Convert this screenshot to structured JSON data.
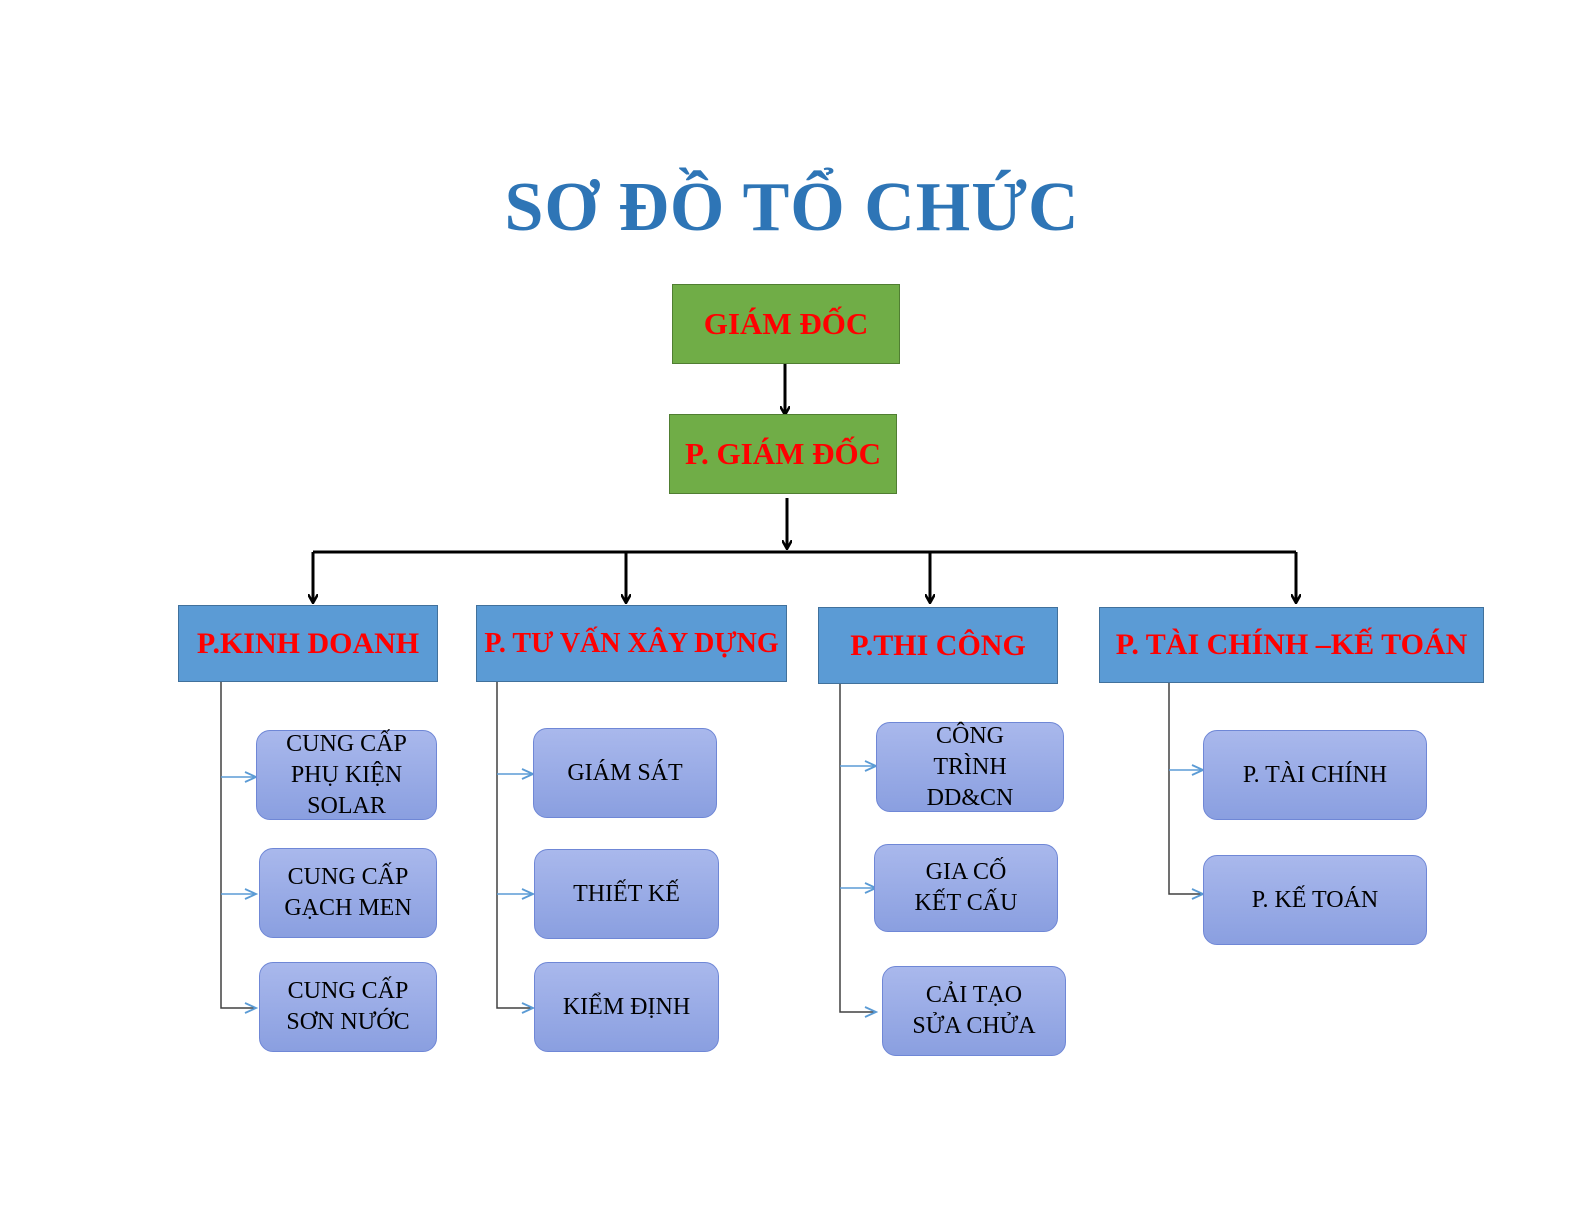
{
  "title": "SƠ ĐỒ TỔ CHỨC",
  "director": "GIÁM ĐỐC",
  "deputy_director": "P. GIÁM ĐỐC",
  "departments": [
    {
      "label": "P.KINH DOANH",
      "units": [
        "CUNG CẤP\nPHỤ KIỆN\nSOLAR",
        "CUNG CẤP\nGẠCH MEN",
        "CUNG CẤP\nSƠN NƯỚC"
      ]
    },
    {
      "label": "P. TƯ VẤN XÂY DỰNG",
      "units": [
        "GIÁM SÁT",
        "THIẾT KẾ",
        "KIỂM ĐỊNH"
      ]
    },
    {
      "label": "P.THI CÔNG",
      "units": [
        "CÔNG\nTRÌNH\nDD&CN",
        "GIA CỐ\nKẾT CẤU",
        "CẢI TẠO\nSỬA CHỬA"
      ]
    },
    {
      "label": "P. TÀI CHÍNH –KẾ TOÁN",
      "units": [
        "P. TÀI CHÍNH",
        "P. KẾ TOÁN"
      ]
    }
  ],
  "colors": {
    "title": "#2e75b6",
    "executive_fill": "#70ad47",
    "department_fill": "#5b9bd5",
    "unit_fill": "#9aabe6",
    "box_text": "#ff0000",
    "unit_arrow": "#5b9bd5",
    "main_connector": "#000000"
  }
}
